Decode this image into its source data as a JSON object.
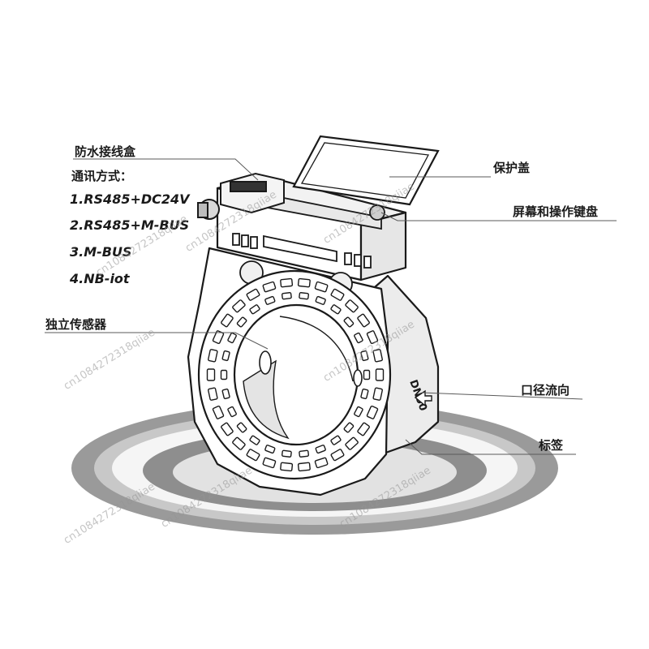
{
  "labels": {
    "junction_box": "防水接线盒",
    "comm_title": "通讯方式：",
    "comm_options": [
      "1.RS485+DC24V",
      "2.RS485+M-BUS",
      "3.M-BUS",
      "4.NB-iot"
    ],
    "sensor": "独立传感器",
    "cover": "保护盖",
    "screen_keypad": "屏幕和操作键盘",
    "flow_direction": "口径流向",
    "tag": "标签"
  },
  "device": {
    "side_marking": "DN50"
  },
  "watermark": "cn1084272318qiiae",
  "colors": {
    "line": "#1a1a1a",
    "body": "#ffffff",
    "shade": "#dcdcdc",
    "ring_dark": "#8c8c8c",
    "ring_light": "#d4d4d4"
  }
}
